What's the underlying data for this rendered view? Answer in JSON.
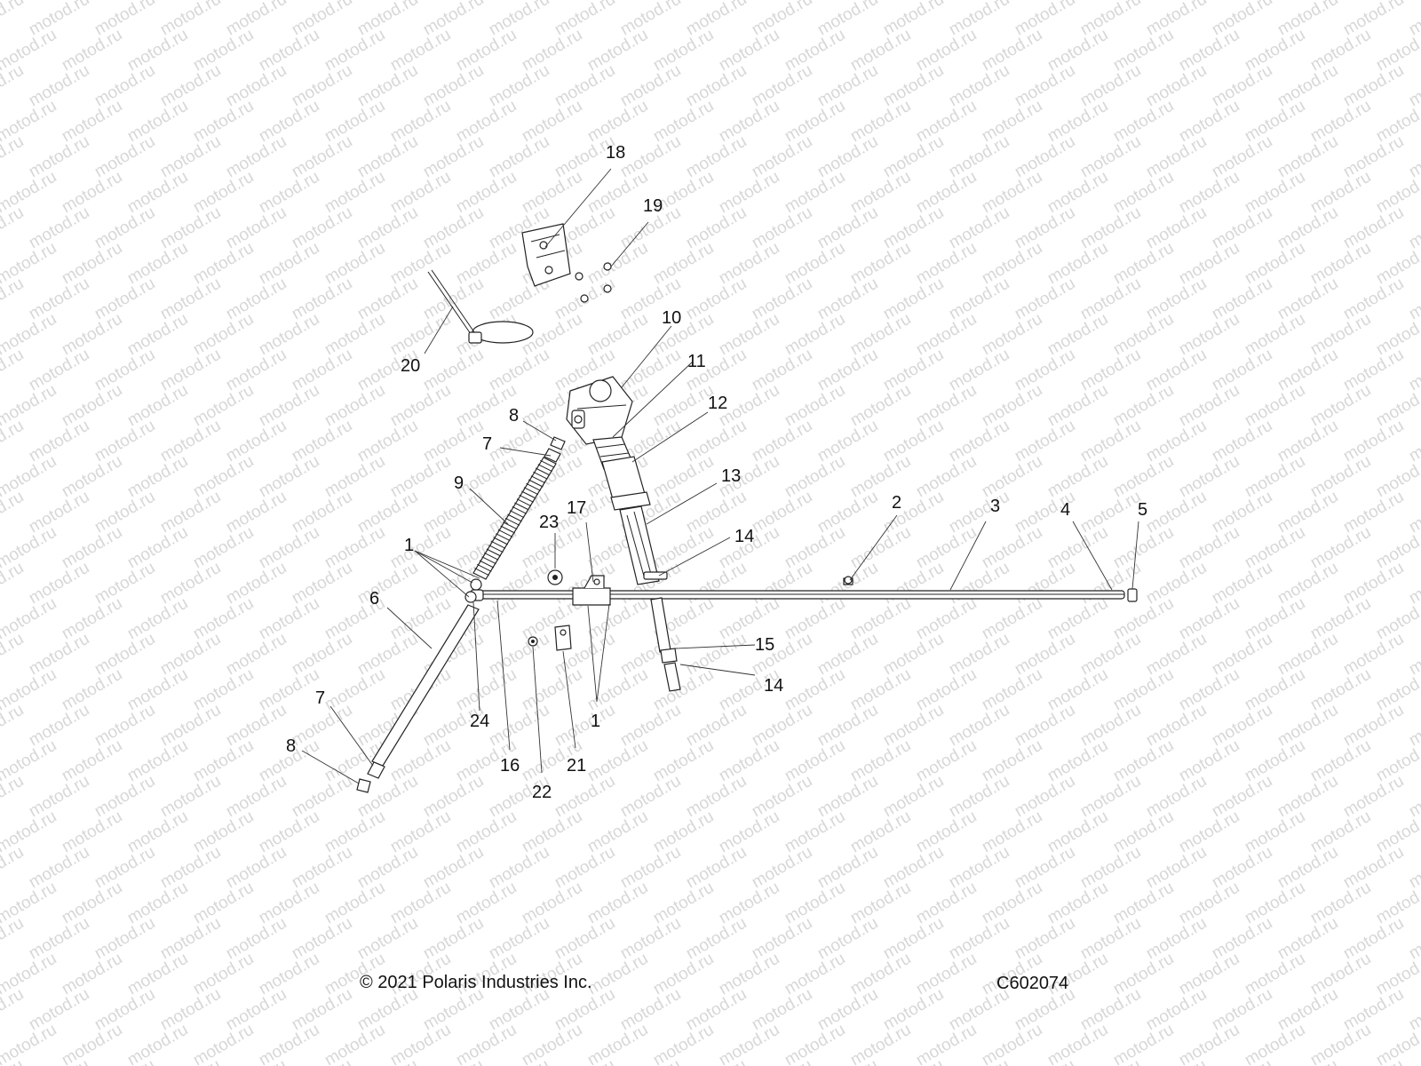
{
  "watermark": {
    "text": "motod.ru"
  },
  "callouts": [
    {
      "id": "label-1a",
      "text": "1"
    },
    {
      "id": "label-1b",
      "text": "1"
    },
    {
      "id": "label-2",
      "text": "2"
    },
    {
      "id": "label-3",
      "text": "3"
    },
    {
      "id": "label-4",
      "text": "4"
    },
    {
      "id": "label-5",
      "text": "5"
    },
    {
      "id": "label-6",
      "text": "6"
    },
    {
      "id": "label-7a",
      "text": "7"
    },
    {
      "id": "label-7b",
      "text": "7"
    },
    {
      "id": "label-8a",
      "text": "8"
    },
    {
      "id": "label-8b",
      "text": "8"
    },
    {
      "id": "label-9",
      "text": "9"
    },
    {
      "id": "label-10",
      "text": "10"
    },
    {
      "id": "label-11",
      "text": "11"
    },
    {
      "id": "label-12",
      "text": "12"
    },
    {
      "id": "label-13",
      "text": "13"
    },
    {
      "id": "label-14a",
      "text": "14"
    },
    {
      "id": "label-14b",
      "text": "14"
    },
    {
      "id": "label-15",
      "text": "15"
    },
    {
      "id": "label-16",
      "text": "16"
    },
    {
      "id": "label-17",
      "text": "17"
    },
    {
      "id": "label-18",
      "text": "18"
    },
    {
      "id": "label-19",
      "text": "19"
    },
    {
      "id": "label-20",
      "text": "20"
    },
    {
      "id": "label-21",
      "text": "21"
    },
    {
      "id": "label-22",
      "text": "22"
    },
    {
      "id": "label-23",
      "text": "23"
    },
    {
      "id": "label-24",
      "text": "24"
    }
  ],
  "footer": {
    "copyright": "© 2021 Polaris Industries Inc.",
    "diagram_code": "C602074"
  }
}
